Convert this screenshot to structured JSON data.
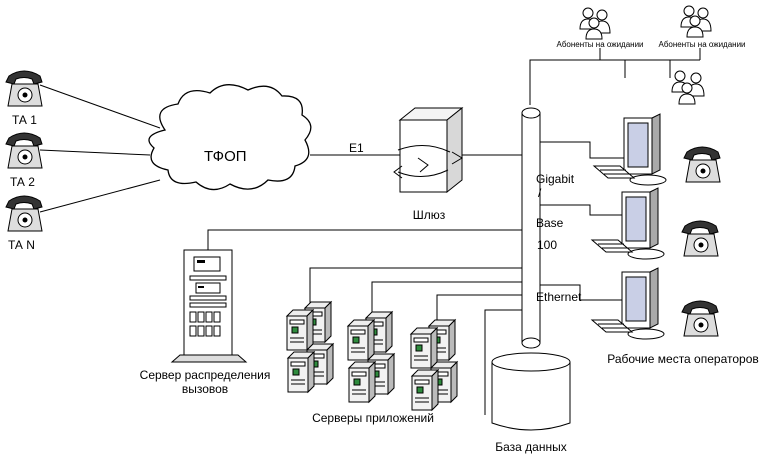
{
  "phones": [
    {
      "label": "ТА 1"
    },
    {
      "label": "ТА 2"
    },
    {
      "label": "ТА N"
    }
  ],
  "cloud": {
    "label": "ТФОП"
  },
  "link": {
    "label": "E1"
  },
  "gateway": {
    "label": "Шлюз"
  },
  "backbone": {
    "lines": [
      "Gigabit",
      "/",
      "Base",
      "100",
      "Ethernet"
    ]
  },
  "waiting_groups": [
    {
      "label": "Абоненты на ожидании"
    },
    {
      "label": "Абоненты на ожидании"
    }
  ],
  "call_server": {
    "label_line1": "Сервер распределения",
    "label_line2": "вызовов"
  },
  "app_servers": {
    "label": "Серверы приложений"
  },
  "database": {
    "label": "База данных"
  },
  "operators": {
    "label": "Рабочие места операторов"
  },
  "colors": {
    "line": "#000000",
    "monitor_screen": "#c9cfe6",
    "server_face": "#f2f2f2",
    "led_green": "#2e8b3d"
  }
}
